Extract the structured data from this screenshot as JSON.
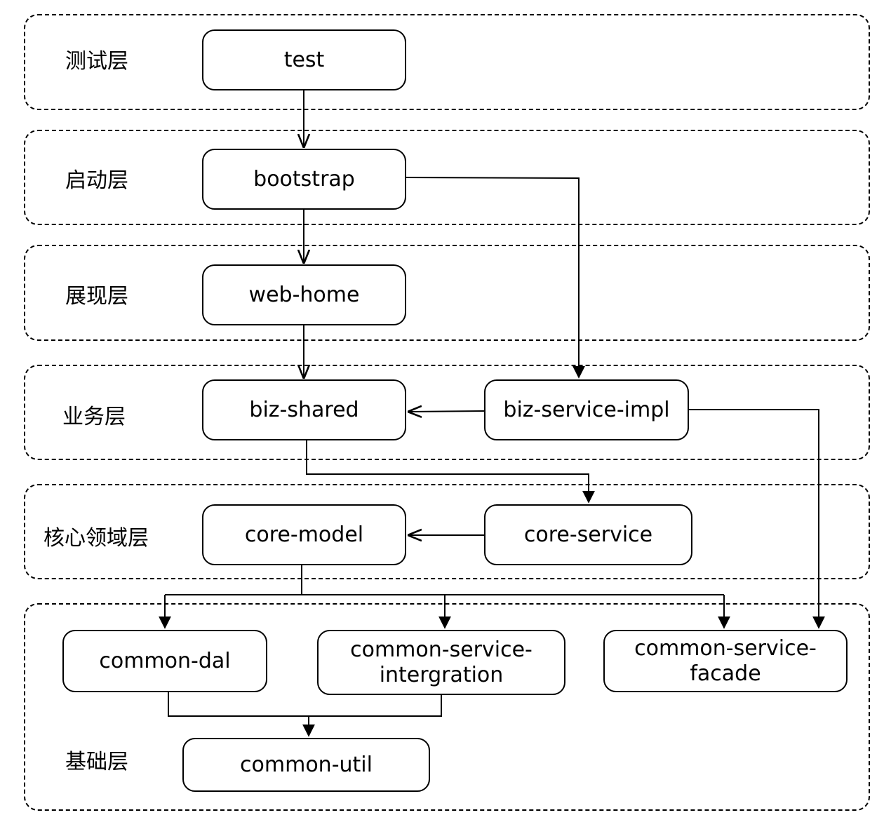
{
  "layers": {
    "test": "测试层",
    "bootstrap": "启动层",
    "web": "展现层",
    "biz": "业务层",
    "core": "核心领域层",
    "common": "基础层"
  },
  "nodes": {
    "test": "test",
    "bootstrap": "bootstrap",
    "web_home": "web-home",
    "biz_shared": "biz-shared",
    "biz_service_impl": "biz-service-impl",
    "core_model": "core-model",
    "core_service": "core-service",
    "common_dal": "common-dal",
    "common_service_intergration": [
      "common-service-",
      "intergration"
    ],
    "common_service_facade": [
      "common-service-",
      "facade"
    ],
    "common_util": "common-util"
  },
  "edges": [
    {
      "from": "test",
      "to": "bootstrap"
    },
    {
      "from": "bootstrap",
      "to": "web-home"
    },
    {
      "from": "bootstrap",
      "to": "biz-service-impl"
    },
    {
      "from": "web-home",
      "to": "biz-shared"
    },
    {
      "from": "biz-service-impl",
      "to": "biz-shared"
    },
    {
      "from": "biz-service-impl",
      "to": "common-service-facade"
    },
    {
      "from": "biz-shared",
      "to": "core-service"
    },
    {
      "from": "core-service",
      "to": "core-model"
    },
    {
      "from": "core-model",
      "to": "common-dal"
    },
    {
      "from": "core-model",
      "to": "common-service-intergration"
    },
    {
      "from": "core-model",
      "to": "common-service-facade"
    },
    {
      "from": "common-dal",
      "to": "common-util"
    },
    {
      "from": "common-service-intergration",
      "to": "common-util"
    }
  ],
  "colors": {
    "stroke": "#000000",
    "background": "#ffffff"
  }
}
